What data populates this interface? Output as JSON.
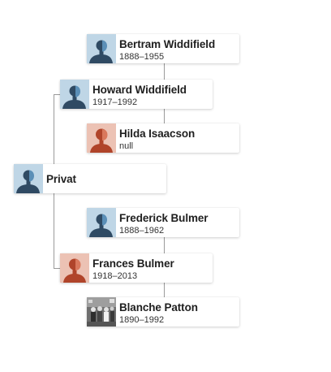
{
  "people": {
    "root": {
      "name": "Privat",
      "dates": ""
    },
    "father": {
      "name": "Howard Widdifield",
      "dates": "1917–1992"
    },
    "paternal_grandfather": {
      "name": "Bertram Widdifield",
      "dates": "1888–1955"
    },
    "paternal_grandmother": {
      "name": "Hilda Isaacson",
      "dates": "null"
    },
    "mother": {
      "name": "Frances Bulmer",
      "dates": "1918–2013"
    },
    "maternal_grandfather": {
      "name": "Frederick Bulmer",
      "dates": "1888–1962"
    },
    "maternal_grandmother": {
      "name": "Blanche Patton",
      "dates": "1890–1992"
    }
  },
  "icons": {
    "male": "male-silhouette-icon",
    "female": "female-silhouette-icon",
    "photo": "person-photo-icon"
  },
  "colors": {
    "male_bg": "#bfd6e6",
    "male_fg": "#2f4a63",
    "female_bg": "#ecc2b4",
    "female_fg": "#b0442a",
    "connector": "#9a9a9a"
  }
}
